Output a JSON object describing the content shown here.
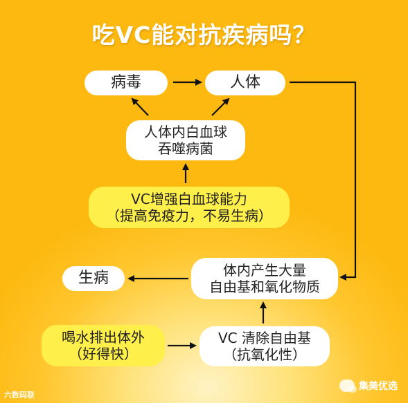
{
  "title": "吃VC能对抗疾病吗？",
  "nodes": [
    {
      "id": "virus",
      "lines": [
        "病毒"
      ],
      "color": "white"
    },
    {
      "id": "human",
      "lines": [
        "人体"
      ],
      "color": "white"
    },
    {
      "id": "wbc",
      "lines": [
        "人体内白血球",
        "吞噬病菌"
      ],
      "color": "white"
    },
    {
      "id": "vc_boost",
      "lines": [
        "VC增强白血球能力",
        "（提高免疫力，不易生病）"
      ],
      "color": "yellow"
    },
    {
      "id": "sick",
      "lines": [
        "生病"
      ],
      "color": "white"
    },
    {
      "id": "radicals",
      "lines": [
        "体内产生大量",
        "自由基和氧化物质"
      ],
      "color": "white"
    },
    {
      "id": "water",
      "lines": [
        "喝水排出体外",
        "（好得快）"
      ],
      "color": "yellow"
    },
    {
      "id": "vc_clear",
      "lines": [
        "VC 清除自由基",
        "（抗氧化性）"
      ],
      "color": "white"
    }
  ],
  "edges": [
    {
      "from": "virus",
      "to": "human"
    },
    {
      "from": "wbc",
      "to": "virus"
    },
    {
      "from": "wbc",
      "to": "human"
    },
    {
      "from": "vc_boost",
      "to": "wbc"
    },
    {
      "from": "human",
      "to": "radicals"
    },
    {
      "from": "radicals",
      "to": "sick"
    },
    {
      "from": "vc_clear",
      "to": "radicals"
    },
    {
      "from": "water",
      "to": "vc_clear"
    }
  ],
  "watermarks": {
    "left": "六数码联",
    "right": "集美优选"
  },
  "colors": {
    "background": "#fdbb12",
    "box_white": "#ffffff",
    "box_yellow": "#ffef4a",
    "arrow": "#111111"
  }
}
